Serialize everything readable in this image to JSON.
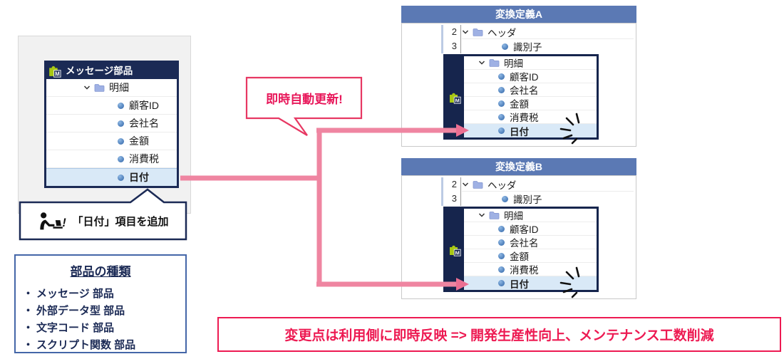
{
  "colors": {
    "navy": "#1b2a55",
    "steel_blue": "#5b79b4",
    "pink_line": "#ef85a1",
    "pink_strong": "#e8175a",
    "banner_red": "#ed1a52",
    "row_highlight": "#d9e9f7",
    "puzzle_green": "#a8c713"
  },
  "icons": {
    "m_label": "M"
  },
  "message_panel": {
    "title": "メッセージ部品",
    "folder": "明細",
    "items": [
      "顧客ID",
      "会社名",
      "金額",
      "消費税",
      "日付"
    ],
    "selected": "日付"
  },
  "callout": {
    "text": "「日付」項目を追加",
    "mark": "!"
  },
  "bubble": {
    "text": "即時自動更新!"
  },
  "parts_box": {
    "title": "部品の種類",
    "bullet": "・",
    "items": [
      "メッセージ 部品",
      "外部データ型 部品",
      "文字コード 部品",
      "スクリプト関数 部品"
    ]
  },
  "panel_a": {
    "title": "変換定義A",
    "rows": [
      {
        "num": "2",
        "label": "ヘッダ"
      },
      {
        "num": "3",
        "label": "識別子"
      }
    ],
    "folder": "明細",
    "items": [
      "顧客ID",
      "会社名",
      "金額",
      "消費税",
      "日付"
    ],
    "selected": "日付"
  },
  "panel_b": {
    "title": "変換定義B",
    "rows": [
      {
        "num": "2",
        "label": "ヘッダ"
      },
      {
        "num": "3",
        "label": "識別子"
      }
    ],
    "folder": "明細",
    "items": [
      "顧客ID",
      "会社名",
      "金額",
      "消費税",
      "日付"
    ],
    "selected": "日付"
  },
  "banner": {
    "text": "変更点は利用側に即時反映 => 開発生産性向上、メンテナンス工数削減"
  }
}
